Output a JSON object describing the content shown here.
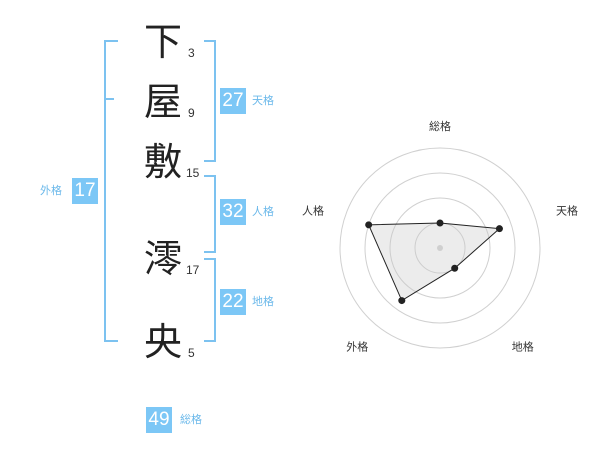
{
  "name": {
    "characters": [
      {
        "char": "下",
        "strokes": "3"
      },
      {
        "char": "屋",
        "strokes": "9"
      },
      {
        "char": "敷",
        "strokes": "15"
      },
      {
        "char": "澪",
        "strokes": "17"
      },
      {
        "char": "央",
        "strokes": "5"
      }
    ]
  },
  "fortune": {
    "tenkaku": {
      "value": "27",
      "label": "天格"
    },
    "jinkaku": {
      "value": "32",
      "label": "人格"
    },
    "chikaku": {
      "value": "22",
      "label": "地格"
    },
    "gaikaku": {
      "value": "17",
      "label": "外格"
    },
    "soukaku": {
      "value": "49",
      "label": "総格"
    }
  },
  "colors": {
    "accent": "#7cc7f6",
    "bracket": "#7cc2f0",
    "label": "#6ab8ea"
  },
  "chart_data": {
    "type": "radar",
    "axes": [
      "総格",
      "天格",
      "地格",
      "外格",
      "人格"
    ],
    "rings": 4,
    "values": [
      1.0,
      2.5,
      1.0,
      2.6,
      3.0
    ],
    "max": 4
  }
}
